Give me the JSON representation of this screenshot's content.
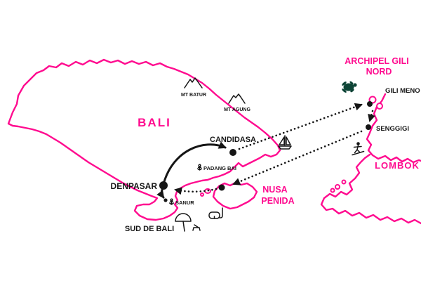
{
  "map": {
    "colors": {
      "island": "#ff0b8f",
      "route": "#161616",
      "bg": "#ffffff"
    },
    "labels": {
      "bali": "BALI",
      "denpasar": "DENPASAR",
      "candidasa": "CANDIDASA",
      "padang_bai": "PADANG BAI",
      "sanur": "SANUR",
      "sud_de_bali": "SUD DE BALI",
      "mt_batur": "MT BATUR",
      "mt_agung": "MT AGUNG",
      "nusa_line1": "NUSA",
      "nusa_line2": "PENIDA",
      "archipel_line1": "ARCHIPEL GILI",
      "archipel_line2": "NORD",
      "gili_meno": "GILI MENO",
      "senggigi": "SENGGIGI",
      "lombok": "LOMBOK"
    },
    "route": {
      "stops": [
        "DENPASAR",
        "CANDIDASA",
        "GILI MENO",
        "SENGGIGI",
        "NUSA PENIDA",
        "SANUR",
        "DENPASAR"
      ],
      "segment_styles": {
        "denpasar_candidasa": "solid-arrow",
        "candidasa_gili_meno": "dotted-arrow",
        "gili_meno_senggigi": "dotted-arrow",
        "senggigi_nusa_penida": "dotted-arrow",
        "nusa_penida_denpasar": "dotted-arrow",
        "denpasar_sanur": "solid-arrow"
      },
      "ports": [
        "PADANG BAI",
        "SANUR"
      ]
    },
    "icons": [
      "mountain",
      "mountain",
      "sailboat",
      "sea-turtle",
      "surfer",
      "snorkel-mask",
      "beach-umbrella",
      "anchor",
      "anchor"
    ]
  }
}
